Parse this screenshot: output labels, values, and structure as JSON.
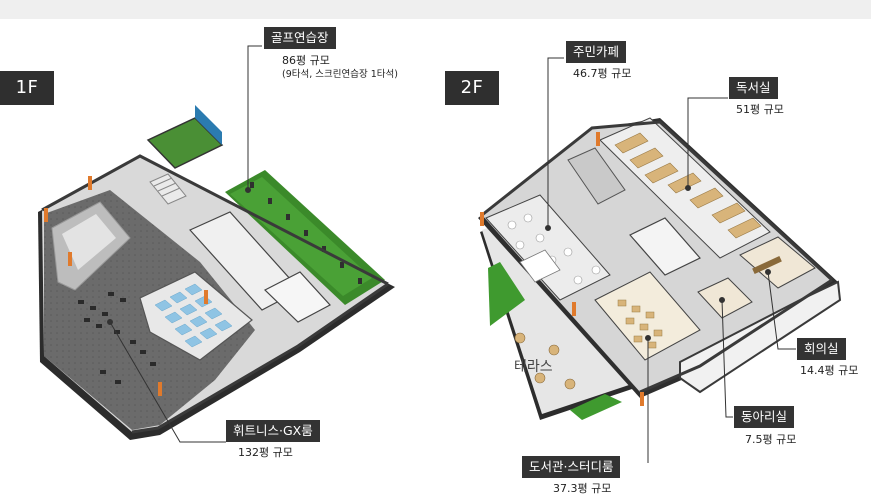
{
  "floors": {
    "first": {
      "badge": "1F"
    },
    "second": {
      "badge": "2F"
    }
  },
  "rooms": {
    "golf": {
      "name": "골프연습장",
      "size": "86평 규모",
      "detail": "(9타석, 스크린연습장 1타석)"
    },
    "fitness": {
      "name": "휘트니스·GX룸",
      "size": "132평 규모"
    },
    "cafe": {
      "name": "주민카페",
      "size": "46.7평 규모"
    },
    "reading": {
      "name": "독서실",
      "size": "51평 규모"
    },
    "meeting": {
      "name": "회의실",
      "size": "14.4평 규모"
    },
    "club": {
      "name": "동아리실",
      "size": "7.5평 규모"
    },
    "library": {
      "name": "도서관·스터디룸",
      "size": "37.3평 규모"
    }
  },
  "terrace": {
    "label": "테라스"
  },
  "colors": {
    "tag_bg": "#333333",
    "floor": "#d4d4d4",
    "wall": "#3a3a3a",
    "gym_floor": "#6b6b6b",
    "turf": "#3b8a2a",
    "mat_blue": "#8fc4e4",
    "wood": "#d8b47a"
  }
}
